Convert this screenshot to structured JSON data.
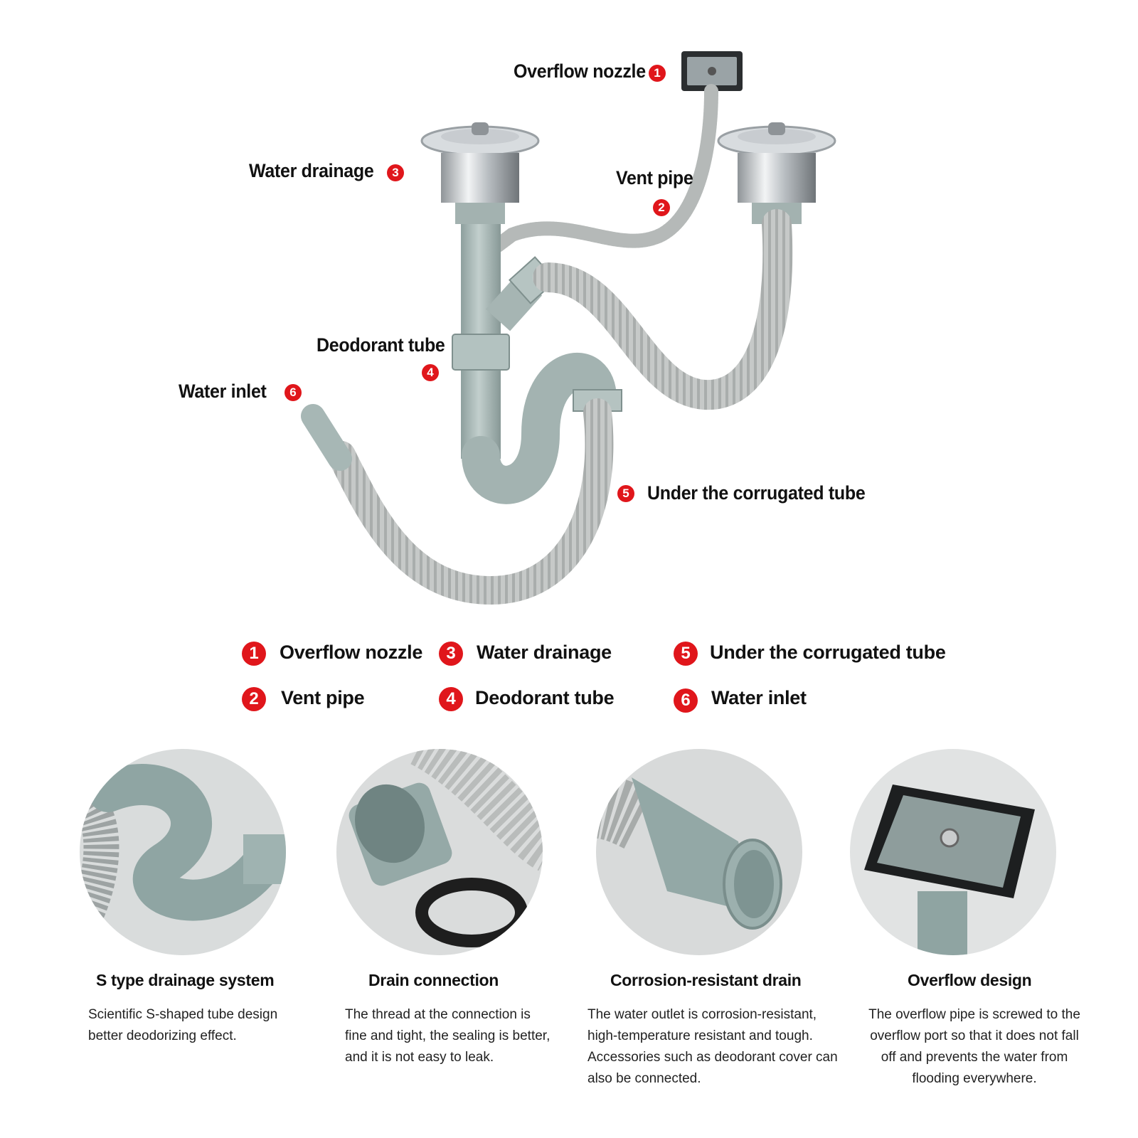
{
  "callouts": [
    {
      "num": "1",
      "label": "Overflow nozzle"
    },
    {
      "num": "2",
      "label": "Vent pipe"
    },
    {
      "num": "3",
      "label": "Water drainage"
    },
    {
      "num": "4",
      "label": "Deodorant tube"
    },
    {
      "num": "5",
      "label": "Under the corrugated tube"
    },
    {
      "num": "6",
      "label": "Water inlet"
    }
  ],
  "legend": [
    {
      "num": "1",
      "label": "Overflow nozzle"
    },
    {
      "num": "2",
      "label": "Vent pipe"
    },
    {
      "num": "3",
      "label": "Water drainage"
    },
    {
      "num": "4",
      "label": "Deodorant tube"
    },
    {
      "num": "5",
      "label": "Under the corrugated tube"
    },
    {
      "num": "6",
      "label": "Water inlet"
    }
  ],
  "features": [
    {
      "title": "S type drainage system",
      "desc": "Scientific S-shaped tube design better deodorizing effect."
    },
    {
      "title": "Drain connection",
      "desc": "The thread at the connection is fine and tight, the sealing is better, and it is not easy to leak."
    },
    {
      "title": "Corrosion-resistant drain",
      "desc": "The water outlet is corrosion-resistant, high-temperature resistant and tough. Accessories such as deodorant cover can also be connected."
    },
    {
      "title": "Overflow design",
      "desc": "The overflow pipe is screwed to the overflow port so that it does not fall off and prevents the water from flooding everywhere."
    }
  ],
  "colors": {
    "badge": "#e0161b",
    "pipe": "#a9b8b6",
    "pipe_dark": "#8a9b99",
    "hose": "#c4c7c6",
    "steel": "#cfd3d6"
  }
}
